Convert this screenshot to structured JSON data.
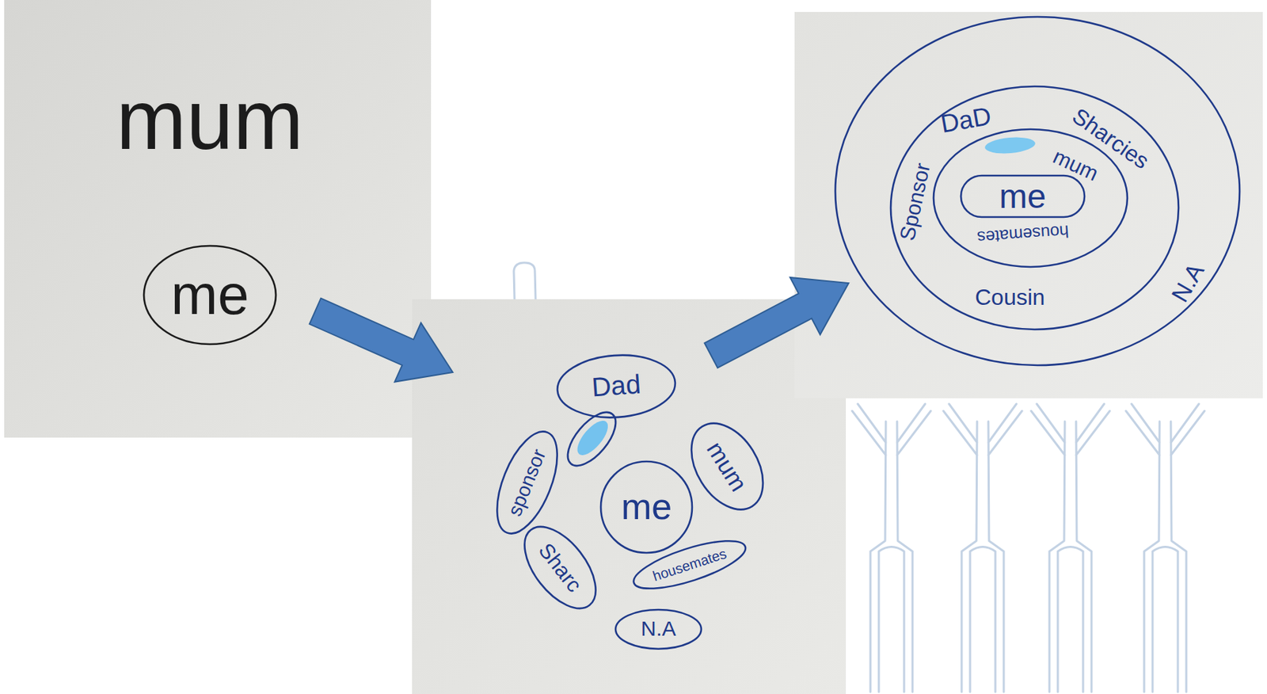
{
  "diagram": {
    "nodes": [
      {
        "text": [
          "me"
        ]
      },
      {
        "text": [
          "Dad"
        ]
      },
      {
        "text": [
          "sponsor"
        ]
      },
      {
        "text": [
          "mum"
        ]
      },
      {
        "text": [
          "me"
        ]
      },
      {
        "text": [
          "Sharc"
        ]
      },
      {
        "text": [
          "housemates"
        ]
      },
      {
        "text": [
          "N.A"
        ]
      },
      {
        "text": [
          "N.A"
        ]
      },
      {
        "text": [
          "Sponsor",
          "DaD",
          "Sharcies",
          "Cousin"
        ],
        "in": 8
      },
      {
        "text": [
          "mum",
          "housemates"
        ],
        "in": 9
      },
      {
        "text": [
          "me"
        ],
        "in": 10
      }
    ],
    "labels": [
      "mum"
    ]
  }
}
